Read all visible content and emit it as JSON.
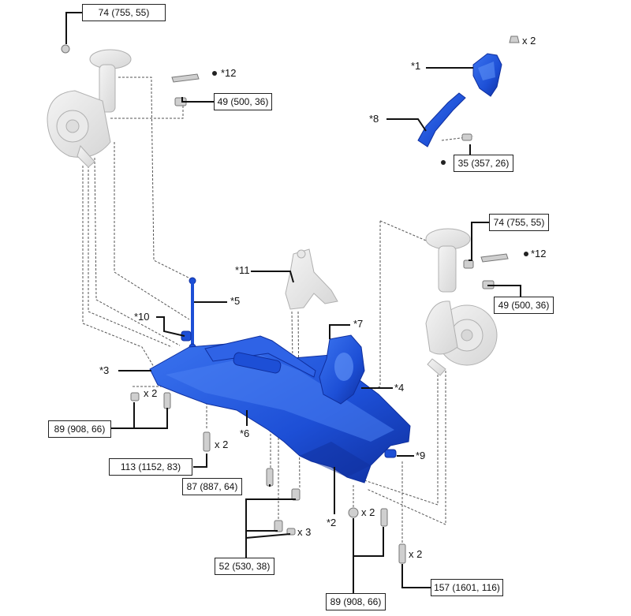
{
  "torque_specs": {
    "t74_top": "74 (755, 55)",
    "t49_top": "49 (500, 36)",
    "t35": "35 (357, 26)",
    "t74_right": "74 (755, 55)",
    "t49_right": "49 (500, 36)",
    "t89_left": "89 (908, 66)",
    "t113": "113 (1152, 83)",
    "t87": "87 (887, 64)",
    "t52": "52 (530, 38)",
    "t157": "157 (1601, 116)",
    "t89_bottom": "89 (908, 66)"
  },
  "callouts": {
    "c1": "*1",
    "c2": "*2",
    "c3": "*3",
    "c4": "*4",
    "c5": "*5",
    "c6": "*6",
    "c7": "*7",
    "c8": "*8",
    "c9": "*9",
    "c10": "*10",
    "c11": "*11",
    "c12_top": "*12",
    "c12_right": "*12"
  },
  "quantities": {
    "q_bolt_top": "x 2",
    "q_left_bolts": "x 2",
    "q_113": "x 2",
    "q_52": "x 3",
    "q_89_bottom": "x 2",
    "q_157": "x 2"
  },
  "colors": {
    "highlight": "#1d4fd6",
    "highlight_dark": "#0f2f9e",
    "ghost": "#e4e4e4",
    "ghost_line": "#b0b0b0",
    "leader": "#111111"
  }
}
